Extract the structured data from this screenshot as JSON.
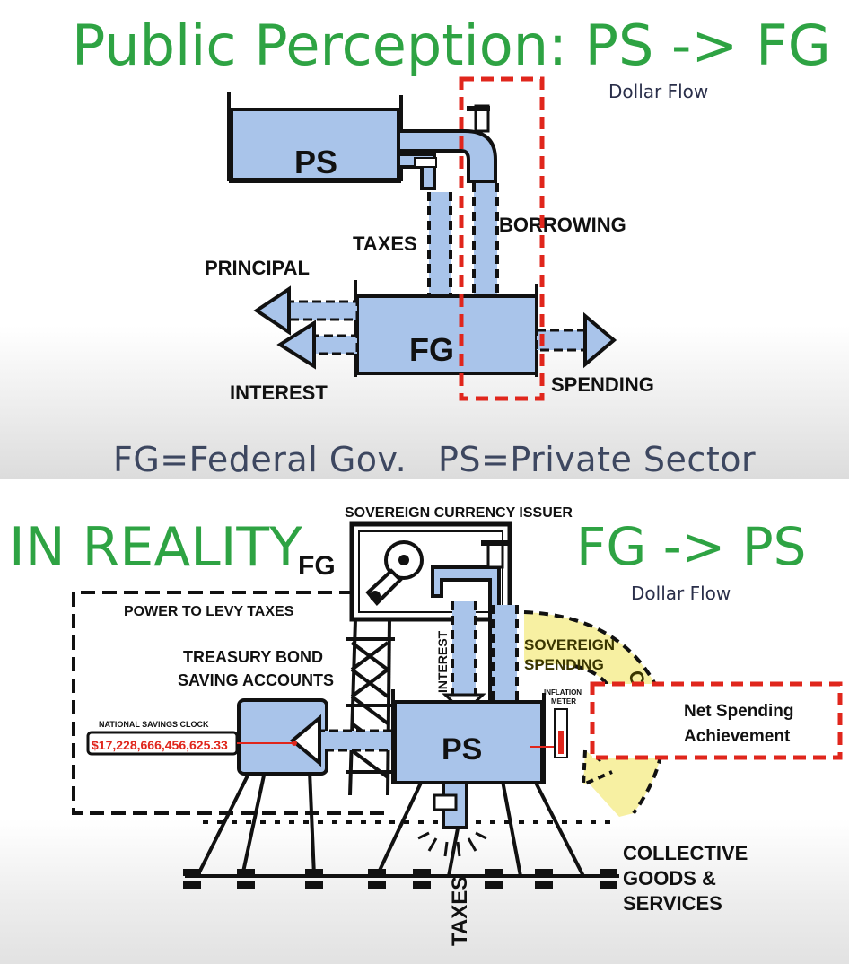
{
  "top_panel": {
    "title": "Public Perception: PS -> FG",
    "dollar_flow": "Dollar Flow",
    "labels": {
      "ps": "PS",
      "fg": "FG",
      "taxes": "TAXES",
      "borrowing": "BORROWING",
      "principal": "PRINCIPAL",
      "interest": "INTEREST",
      "spending": "SPENDING"
    },
    "legend": {
      "fg_def": "FG=Federal Gov.",
      "ps_def": "PS=Private Sector"
    }
  },
  "bottom_panel": {
    "title_left": "IN REALITY",
    "title_right": "FG -> PS",
    "dollar_flow": "Dollar Flow",
    "labels": {
      "sovereign_issuer": "SOVEREIGN CURRENCY ISSUER",
      "fg": "FG",
      "power_to_levy": "POWER TO LEVY TAXES",
      "treasury_bond": "TREASURY BOND",
      "saving_accounts": "SAVING ACCOUNTS",
      "savings_clock_label": "NATIONAL SAVINGS CLOCK",
      "savings_clock_value": "$17,228,666,456,625.33",
      "interest": "INTEREST",
      "ps": "PS",
      "sovereign": "SOVEREIGN",
      "spending": "SPENDING",
      "inflation_meter_1": "INFLATION",
      "inflation_meter_2": "METER",
      "creates": "CREATES",
      "net_spending_1": "Net Spending",
      "net_spending_2": "Achievement",
      "taxes": "TAXES",
      "collective_1": "COLLECTIVE",
      "collective_2": "GOODS &",
      "collective_3": "SERVICES"
    }
  },
  "colors": {
    "title_green": "#2ea343",
    "tank_blue": "#a9c4ea",
    "highlight_red": "#e0261c",
    "creates_yellow": "#f7f0a2",
    "legend_text": "#3d4760"
  }
}
